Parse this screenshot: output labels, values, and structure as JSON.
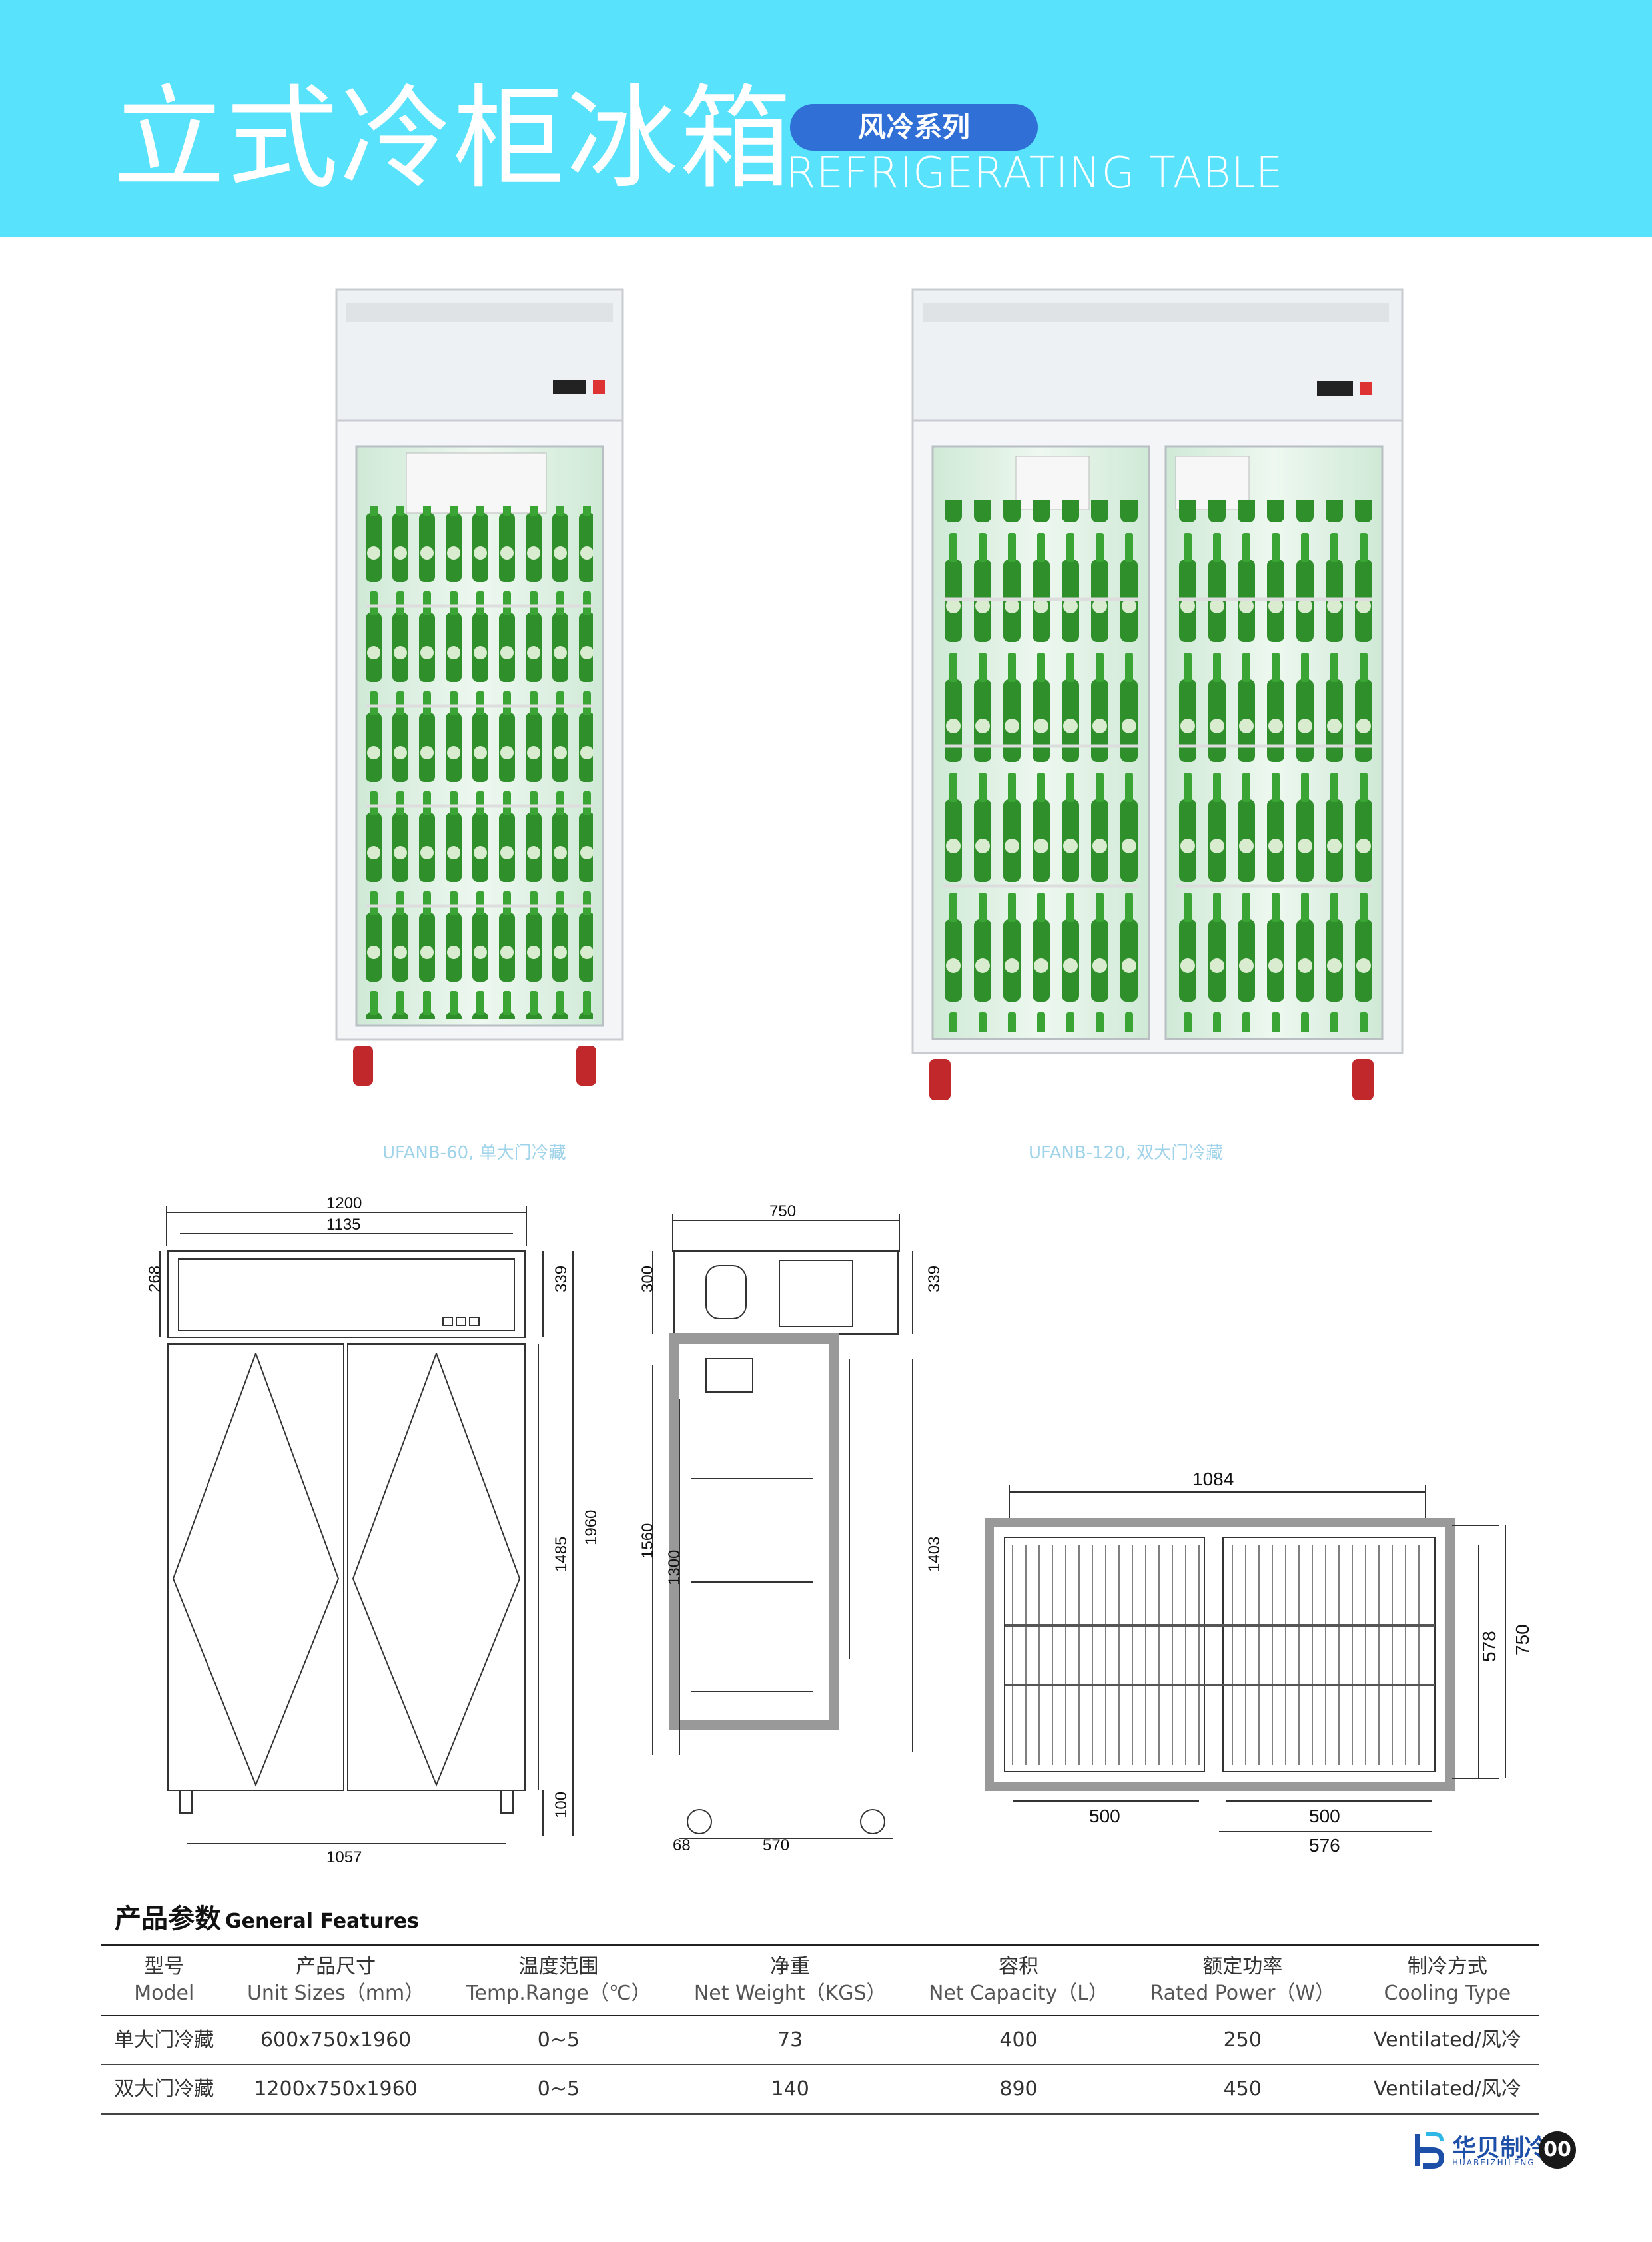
{
  "header": {
    "title_cn": "立式冷柜冰箱",
    "badge": "风冷系列",
    "title_en": "REFRIGERATING TABLE",
    "bg_color": "#58e2fb",
    "badge_color": "#2f6fd6"
  },
  "products": [
    {
      "caption": "UFANB-60, 单大门冷藏",
      "doors": 1
    },
    {
      "caption": "UFANB-120, 双大门冷藏",
      "doors": 2
    }
  ],
  "front_view": {
    "dim_1200": "1200",
    "dim_1135": "1135",
    "dim_268": "268",
    "dim_339": "339",
    "dim_1485": "1485",
    "dim_1960": "1960",
    "dim_100": "100",
    "dim_1057": "1057"
  },
  "side_view": {
    "dim_750": "750",
    "dim_300": "300",
    "dim_339": "339",
    "dim_1560": "1560",
    "dim_1300": "1300",
    "dim_1403": "1403",
    "dim_68": "68",
    "dim_570": "570"
  },
  "top_view": {
    "dim_1084": "1084",
    "dim_578": "578",
    "dim_750": "750",
    "dim_500_left": "500",
    "dim_500_right": "500",
    "dim_576": "576"
  },
  "spec": {
    "title_cn": "产品参数",
    "title_en": "General Features",
    "headers": [
      {
        "cn": "型号",
        "en": "Model"
      },
      {
        "cn": "产品尺寸",
        "en": "Unit Sizes（mm）"
      },
      {
        "cn": "温度范围",
        "en": "Temp.Range（℃）"
      },
      {
        "cn": "净重",
        "en": "Net Weight（KGS）"
      },
      {
        "cn": "容积",
        "en": "Net Capacity（L）"
      },
      {
        "cn": "额定功率",
        "en": "Rated Power（W）"
      },
      {
        "cn": "制冷方式",
        "en": "Cooling Type"
      }
    ],
    "rows": [
      [
        "单大门冷藏",
        "600x750x1960",
        "0~5",
        "73",
        "400",
        "250",
        "Ventilated/风冷"
      ],
      [
        "双大门冷藏",
        "1200x750x1960",
        "0~5",
        "140",
        "890",
        "450",
        "Ventilated/风冷"
      ]
    ]
  },
  "footer": {
    "brand_cn": "华贝制冷",
    "brand_en": "HUABEIZHILENG",
    "page": "00"
  }
}
